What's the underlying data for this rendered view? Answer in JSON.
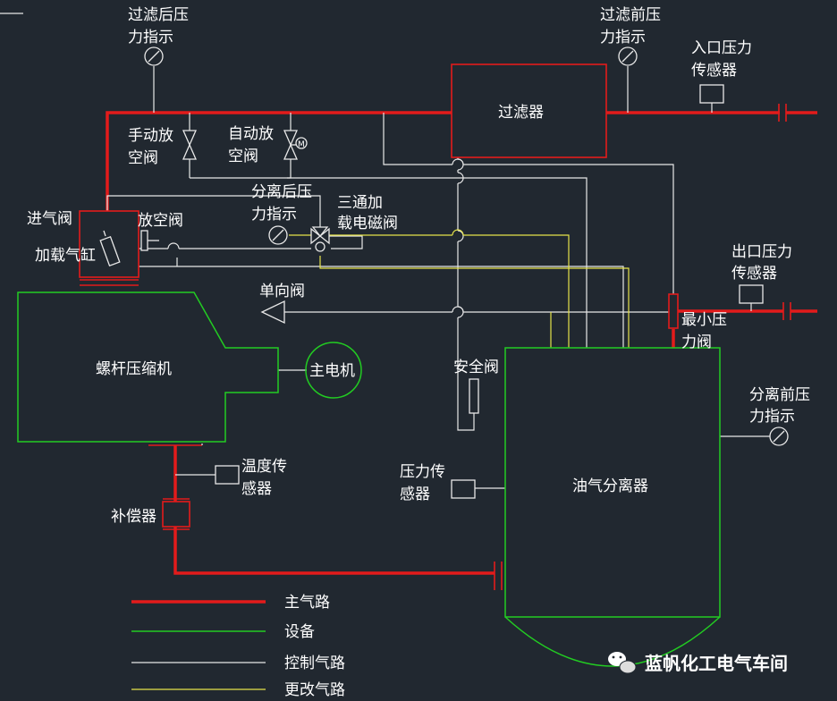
{
  "labels": {
    "filter_after_gauge_l1": "过滤后压",
    "filter_after_gauge_l2": "力指示",
    "filter_before_gauge_l1": "过滤前压",
    "filter_before_gauge_l2": "力指示",
    "inlet_sensor_l1": "入口压力",
    "inlet_sensor_l2": "传感器",
    "filter": "过滤器",
    "manual_vent_l1": "手动放",
    "manual_vent_l2": "空阀",
    "auto_vent_l1": "自动放",
    "auto_vent_l2": "空阀",
    "motor_mark": "M",
    "sep_after_gauge_l1": "分离后压",
    "sep_after_gauge_l2": "力指示",
    "three_way_l1": "三通加",
    "three_way_l2": "载电磁阀",
    "intake_valve": "进气阀",
    "vent_valve": "放空阀",
    "load_cylinder": "加载气缸",
    "outlet_sensor_l1": "出口压力",
    "outlet_sensor_l2": "传感器",
    "check_valve": "单向阀",
    "min_pressure_l1": "最小压",
    "min_pressure_l2": "力阀",
    "screw_compressor": "螺杆压缩机",
    "main_motor": "主电机",
    "safety_valve": "安全阀",
    "sep_before_gauge_l1": "分离前压",
    "sep_before_gauge_l2": "力指示",
    "temp_sensor_l1": "温度传",
    "temp_sensor_l2": "感器",
    "pressure_sensor_l1": "压力传",
    "pressure_sensor_l2": "感器",
    "separator": "油气分离器",
    "compensator": "补偿器"
  },
  "legend": [
    {
      "label": "主气路",
      "color": "#e31b1b"
    },
    {
      "label": "设备",
      "color": "#22cc22"
    },
    {
      "label": "控制气路",
      "color": "#e8e8e8"
    },
    {
      "label": "更改气路",
      "color": "#e6e34a"
    }
  ],
  "watermark": "蓝帆化工电气车间"
}
